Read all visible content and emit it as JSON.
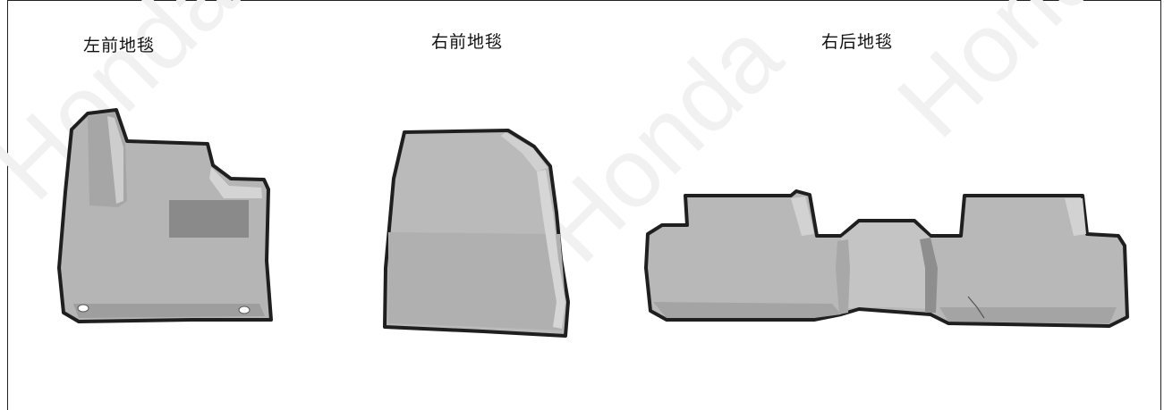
{
  "labels": {
    "left_front_mat": "左前地毯",
    "right_front_mat": "右前地毯",
    "right_rear_mat": "右后地毯"
  },
  "watermark": "Honda",
  "colors": {
    "mat_fill": "#b8b8b8",
    "mat_shade": "#9c9c9c",
    "mat_highlight": "#d2d2d2",
    "outline": "#1f1f1f",
    "heel_pad": "#8c8c8c",
    "watermark": "#f2f2f2"
  }
}
